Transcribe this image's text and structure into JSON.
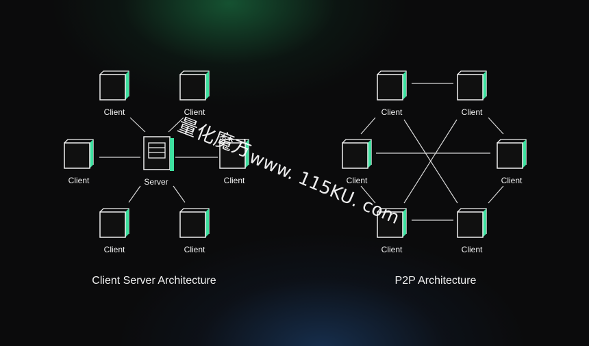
{
  "left_diagram": {
    "caption": "Client Server Architecture",
    "server_label": "Server",
    "clients": [
      {
        "label": "Client"
      },
      {
        "label": "Client"
      },
      {
        "label": "Client"
      },
      {
        "label": "Client"
      },
      {
        "label": "Client"
      },
      {
        "label": "Client"
      }
    ]
  },
  "right_diagram": {
    "caption": "P2P Architecture",
    "peers": [
      {
        "label": "Client"
      },
      {
        "label": "Client"
      },
      {
        "label": "Client"
      },
      {
        "label": "Client"
      },
      {
        "label": "Client"
      },
      {
        "label": "Client"
      }
    ]
  },
  "watermark": {
    "cjk": "量化魔方",
    "url": "www. 115KU. com"
  },
  "colors": {
    "accent": "#3fe0a0",
    "cube_face": "#101010",
    "line": "#d8d8d8",
    "text": "#f2f2f2"
  }
}
